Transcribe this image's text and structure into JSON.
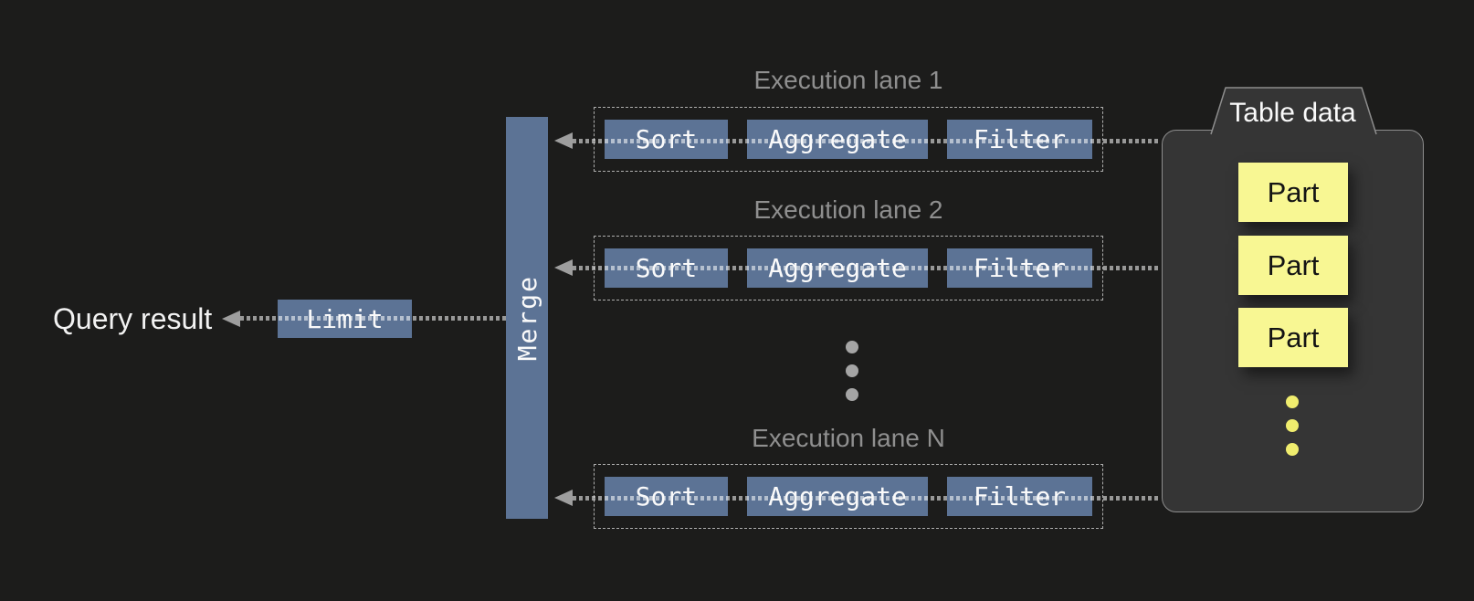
{
  "colors": {
    "background": "#1c1c1b",
    "node_blue": "#5c7395",
    "node_text": "#fafafa",
    "lane_title_gray": "#8f8f8f",
    "lane_border_gray": "#adadad",
    "arrow_gray": "#9e9e9e",
    "dots_gray": "#a5a5a5",
    "container_fill": "#353535",
    "container_border": "#8d8d8d",
    "part_yellow": "#f8f793",
    "part_text": "#141414",
    "yellow_dot": "#f0ed6e",
    "label_white": "#f2f2f2"
  },
  "left": {
    "query_result_label": "Query result",
    "limit_label": "Limit",
    "merge_label": "Merge"
  },
  "lanes": [
    {
      "title": "Execution lane 1",
      "operators": [
        "Sort",
        "Aggregate",
        "Filter"
      ]
    },
    {
      "title": "Execution lane 2",
      "operators": [
        "Sort",
        "Aggregate",
        "Filter"
      ]
    },
    {
      "title": "Execution lane N",
      "operators": [
        "Sort",
        "Aggregate",
        "Filter"
      ]
    }
  ],
  "table_data": {
    "title": "Table data",
    "parts": [
      "Part",
      "Part",
      "Part"
    ]
  }
}
